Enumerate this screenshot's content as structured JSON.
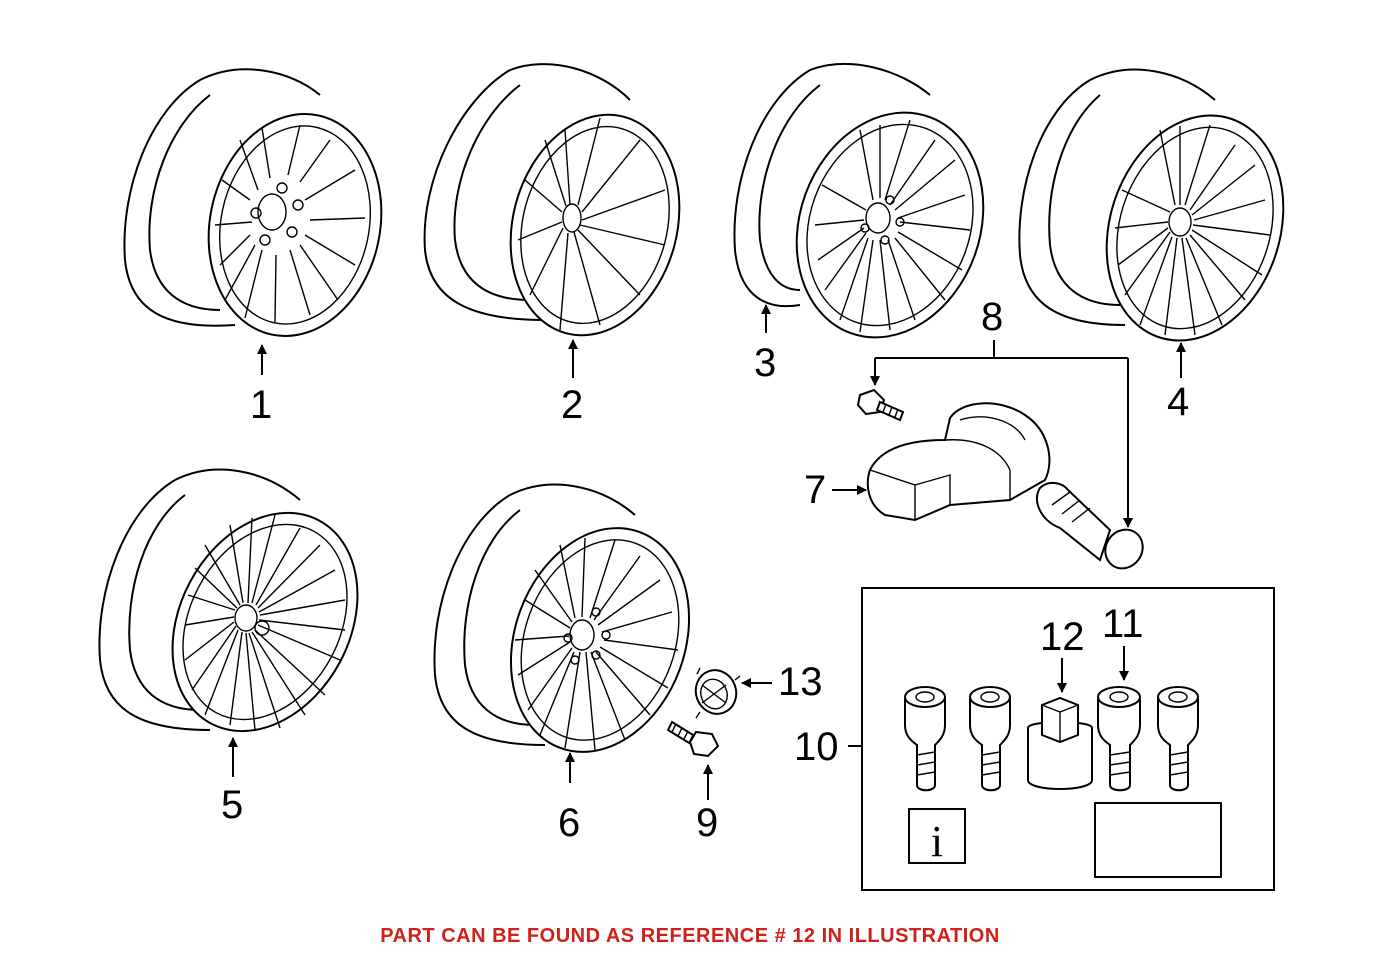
{
  "callouts": {
    "c1": "1",
    "c2": "2",
    "c3": "3",
    "c4": "4",
    "c5": "5",
    "c6": "6",
    "c7": "7",
    "c8": "8",
    "c9": "9",
    "c10": "10",
    "c11": "11",
    "c12": "12",
    "c13": "13"
  },
  "info_glyph": "i",
  "note": {
    "text": "PART CAN BE FOUND AS REFERENCE # 12 IN ILLUSTRATION",
    "color": "#d0201a"
  }
}
